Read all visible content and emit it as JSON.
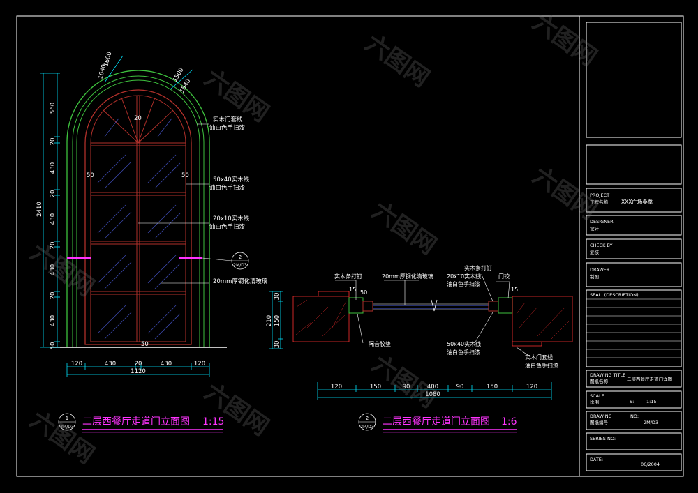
{
  "colors": {
    "background": "#000000",
    "frame": "#ffffff",
    "dimension": "#00e5ff",
    "annotation": "#ffffff",
    "title": "#ff33ff",
    "door_frame": "#3ec13e",
    "door_mullion": "#b0302a",
    "wall_hatch": "#ff3030",
    "glass": "#4a5bd8",
    "label_magenta": "#ff33ff"
  },
  "elevation": {
    "top_dims": [
      "1600",
      "1640",
      "1500",
      "1540"
    ],
    "left_dims": [
      "560",
      "20",
      "430",
      "20",
      "430",
      "20",
      "430",
      "20",
      "430",
      "50"
    ],
    "overall_height": "2410",
    "bottom_dims": [
      "120",
      "430",
      "20",
      "430",
      "120"
    ],
    "overall_width": "1120",
    "inner_dims": {
      "d20_top": "20",
      "d20_mid": "20",
      "d50_left": "50",
      "d50_right": "50",
      "d50_bottom": "50"
    },
    "notes": [
      {
        "line1": "实木门套线",
        "line2": "油白色手扫漆"
      },
      {
        "line1": "50x40实木线",
        "line2": "油白色手扫漆"
      },
      {
        "line1": "20x10实木线",
        "line2": "油白色手扫漆"
      },
      {
        "line1": "20mm厚钢化清玻璃",
        "line2": ""
      }
    ],
    "section_tag": {
      "num": "2",
      "sheet": "2M/D3"
    },
    "title_tag": {
      "num": "1",
      "sheet": "2M/D3"
    },
    "title": "二层西餐厅走道门立面图",
    "scale": "1:15"
  },
  "section": {
    "top_labels": {
      "nail_left": "实木条打钉",
      "glass": "20mm厚钢化清玻璃",
      "nail_right": "实木条打钉",
      "wood_20x10": "20x10实木线",
      "paint": "油白色手扫漆",
      "hinge": "门铰"
    },
    "small_dims": {
      "d15_left": "15",
      "d50": "50",
      "d15_right": "15"
    },
    "left_dims": [
      "30",
      "150",
      "30"
    ],
    "overall_height": "210",
    "bottom_labels": {
      "seal": "隔音胶垫",
      "wood_50x40": "50x40实木线",
      "paint": "油白色手扫漆",
      "frame": "实木门套线",
      "frame_paint": "油白色手扫漆"
    },
    "bottom_dims": [
      "120",
      "150",
      "90",
      "400",
      "90",
      "150",
      "120"
    ],
    "overall_width": "1080",
    "title_tag": {
      "num": "2",
      "sheet": "2M/D3"
    },
    "title": "二层西餐厅走道门立面图",
    "scale": "1:6"
  },
  "titleblock": {
    "project_label": "PROJECT",
    "project_cn": "工程名称",
    "project_value": "XXX广场桑拿",
    "designer_label": "DESIGNER",
    "designer_cn": "设计",
    "check_label": "CHECK BY",
    "check_cn": "复核",
    "drawer_label": "DRAWER",
    "drawer_cn": "制图",
    "seal_label": "SEAL: (DESCRIPTION)",
    "drawing_title_label": "DRAWING TITLE",
    "drawing_title_cn": "图纸名称",
    "drawing_title_value": "二层西餐厅走道门详图",
    "scale_label": "SCALE",
    "scale_cn": "比例",
    "scale_s": "S:",
    "scale_value": "1:15",
    "drawing_no_label": "DRAWING",
    "drawing_no_label2": "NO:",
    "drawing_no_cn": "图纸编号",
    "drawing_no_value": "2M/D3",
    "series_label": "SERIES NO:",
    "date_label": "DATE:",
    "date_value": "06/2004"
  },
  "watermark": "六图网"
}
